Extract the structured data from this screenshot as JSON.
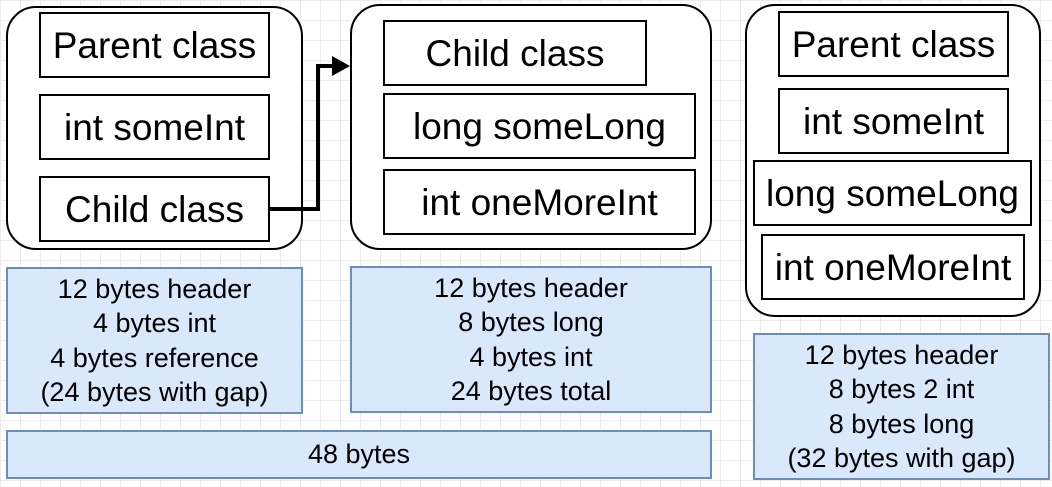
{
  "left_object": {
    "fields": [
      "Parent class",
      "int someInt",
      "Child class"
    ]
  },
  "left_note": {
    "lines": [
      "12 bytes header",
      "4 bytes int",
      "4 bytes reference",
      "(24 bytes with gap)"
    ]
  },
  "child_object": {
    "fields": [
      "Child class",
      "long someLong",
      "int oneMoreInt"
    ]
  },
  "child_note": {
    "lines": [
      "12 bytes header",
      "8 bytes long",
      "4 bytes int",
      "24 bytes total"
    ]
  },
  "total_bar": {
    "label": "48 bytes"
  },
  "right_object": {
    "fields": [
      "Parent class",
      "int someInt",
      "long someLong",
      "int oneMoreInt"
    ]
  },
  "right_note": {
    "lines": [
      "12 bytes header",
      "8 bytes 2 int",
      "8 bytes long",
      "(32 bytes with gap)"
    ]
  },
  "colors": {
    "note_fill": "#dae8fc",
    "note_border": "#6c8ebf",
    "outline": "#000000"
  },
  "icons": [
    "reference-arrow-icon"
  ]
}
